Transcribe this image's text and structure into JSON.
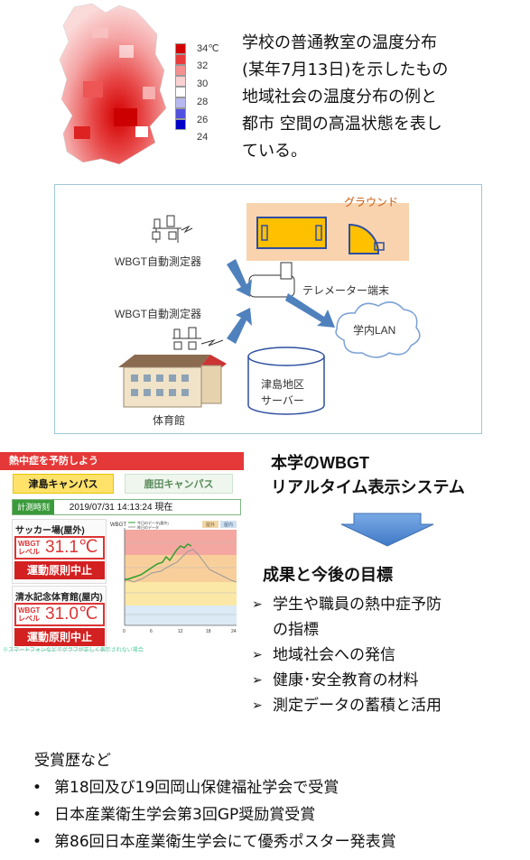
{
  "heatmap": {
    "legend": [
      "34℃",
      "32",
      "30",
      "28",
      "26",
      "24"
    ],
    "colors": [
      "#d40000",
      "#e83a3a",
      "#f49090",
      "#fbd0d0",
      "#b8b8f0",
      "#5050e0",
      "#0000c8"
    ]
  },
  "top_text": {
    "lines": [
      "学校の普通教室の温度分布",
      "(某年7月13日)を示したもの",
      "地域社会の温度分布の例と",
      "都市 空間の高温状態を表し",
      "ている。"
    ]
  },
  "diagram": {
    "ground_label": "グラウンド",
    "sensor1_label": "WBGT自動測定器",
    "sensor2_label": "WBGT自動測定器",
    "telemeter_label": "テレメーター端末",
    "lan_label": "学内LAN",
    "server_label_1": "津島地区",
    "server_label_2": "サーバー",
    "gym_label": "体育館"
  },
  "dashboard": {
    "title": "熱中症を予防しよう",
    "tab_active": "津島キャンパス",
    "tab_inactive": "鹿田キャンパス",
    "time_tag": "計測時刻",
    "time_value": "2019/07/31 14:13:24 現在",
    "locations": [
      {
        "name": "サッカー場(屋外)",
        "tag1": "WBGT",
        "tag2": "レベル",
        "value": "31.1℃",
        "status": "運動原則中止"
      },
      {
        "name": "清水記念体育館(屋内)",
        "tag1": "WBGT",
        "tag2": "レベル",
        "value": "31.0℃",
        "status": "運動原則中止"
      }
    ],
    "chart_label": "WBGT",
    "chart_legend": [
      "今日のデータ(屋外)",
      "昨日のデータ"
    ],
    "chart_buttons": [
      "屋外",
      "屋内"
    ],
    "x_ticks": [
      "0",
      "6",
      "12",
      "18",
      "24"
    ],
    "note": "※スマートフォンなどでグラフが正しく表示されない場合"
  },
  "wbgt_title": {
    "line1": "本学のWBGT",
    "line2": "リアルタイム表示システム"
  },
  "goals": {
    "heading": "成果と今後の目標",
    "items": [
      "学生や職員の熱中症予防",
      "の指標",
      "地域社会への発信",
      "健康･安全教育の材料",
      "測定データの蓄積と活用"
    ]
  },
  "awards": {
    "heading": "受賞歴など",
    "items": [
      "第18回及び19回岡山保健福祉学会で受賞",
      "日本産業衛生学会第3回GP奨励賞受賞",
      "第86回日本産業衛生学会にて優秀ポスター発表賞"
    ]
  }
}
